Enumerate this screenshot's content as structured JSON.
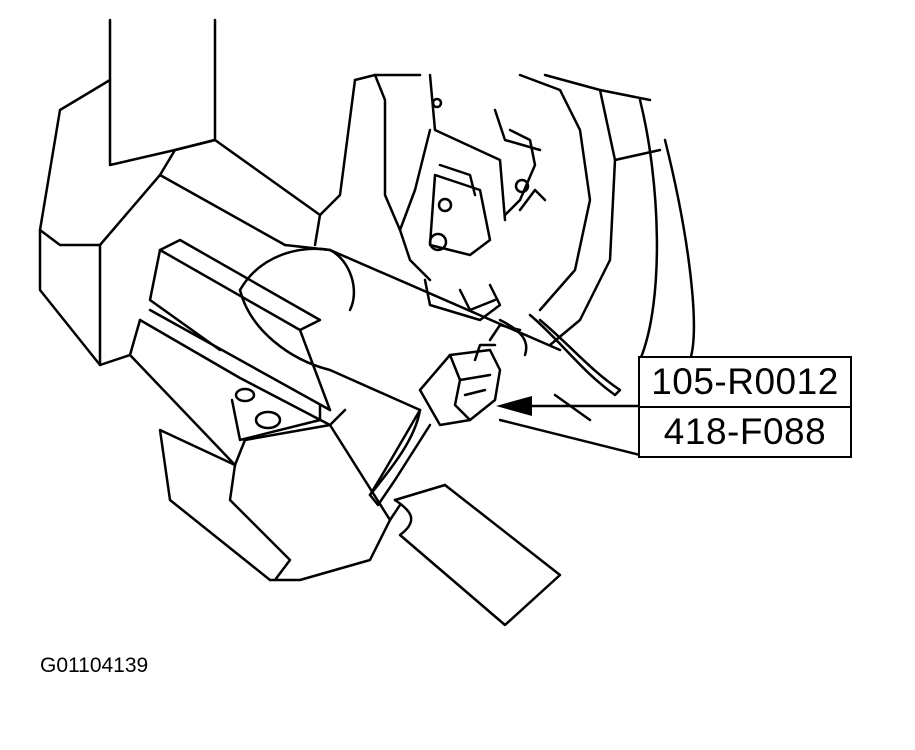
{
  "callouts": {
    "part_number_top": "105-R0012",
    "part_number_bottom": "418-F088"
  },
  "figure": {
    "id": "G01104139"
  },
  "colors": {
    "ink": "#000000",
    "paper": "#ffffff"
  }
}
